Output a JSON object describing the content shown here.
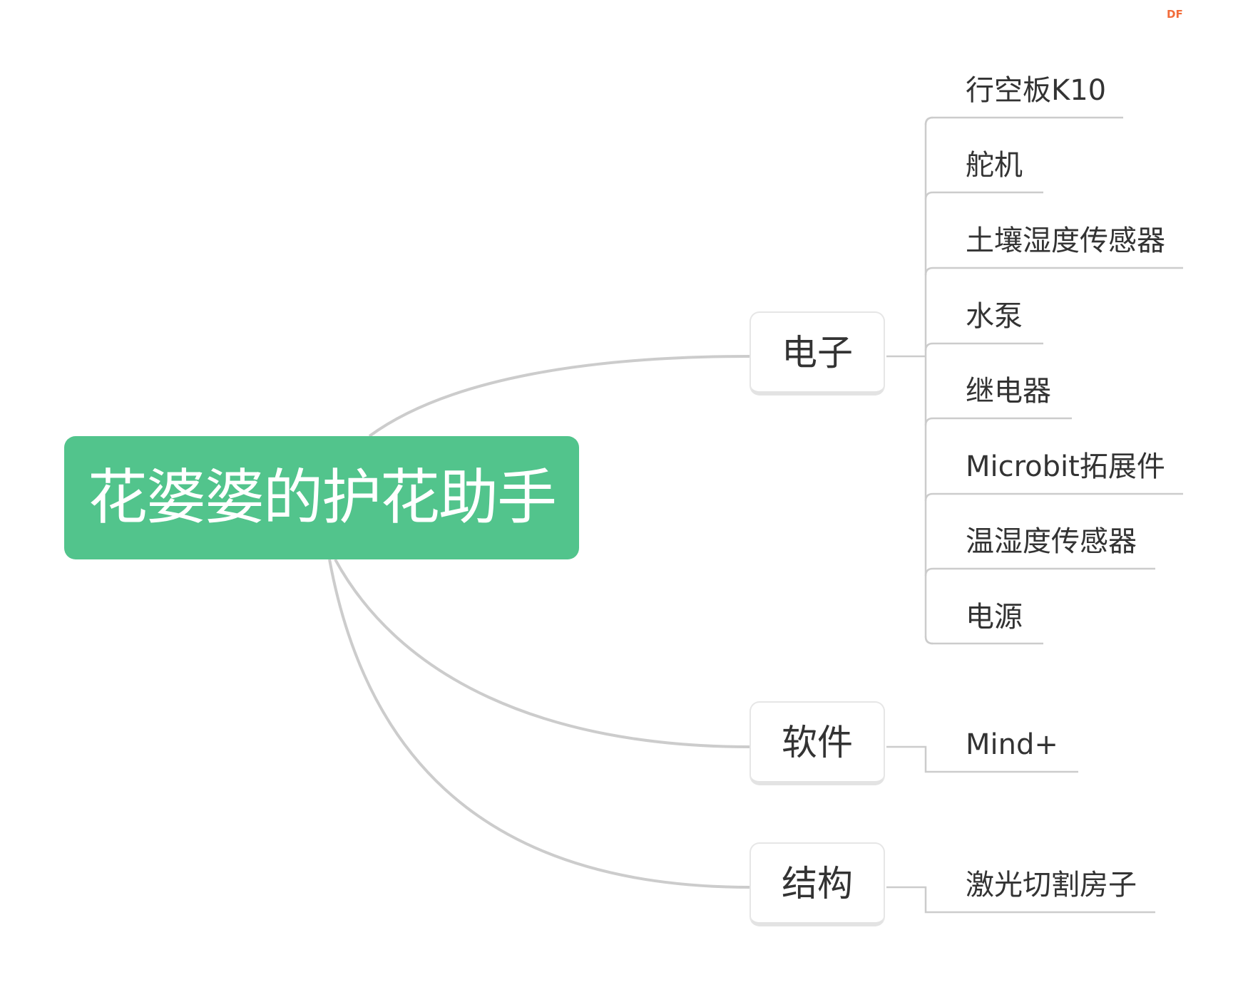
{
  "root": {
    "label": "花婆婆的护花助手",
    "color": "#52c48c"
  },
  "branches": [
    {
      "label": "电子",
      "children": [
        "行空板K10",
        "舵机",
        "土壤湿度传感器",
        "水泵",
        "继电器",
        "Microbit拓展件",
        "温湿度传感器",
        "电源"
      ]
    },
    {
      "label": "软件",
      "children": [
        "Mind+"
      ]
    },
    {
      "label": "结构",
      "children": [
        "激光切割房子"
      ]
    }
  ],
  "brand_logo": {
    "text": "DF",
    "color": "#f26c3a"
  },
  "line_color": "#cccccc"
}
